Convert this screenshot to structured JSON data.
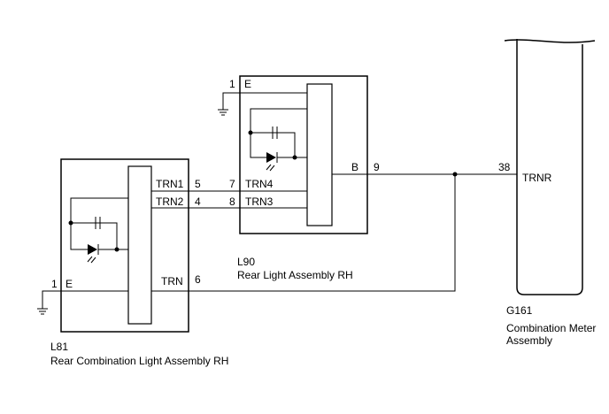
{
  "l81": {
    "code": "L81",
    "name": "Rear Combination Light Assembly RH",
    "pins": {
      "trn1_name": "TRN1",
      "trn1_num": "5",
      "trn2_name": "TRN2",
      "trn2_num": "4",
      "trn_name": "TRN",
      "trn_num": "6",
      "e_name": "E",
      "e_num": "1"
    }
  },
  "l90": {
    "code": "L90",
    "name": "Rear Light Assembly RH",
    "pins": {
      "trn4_name": "TRN4",
      "trn4_num": "7",
      "trn3_name": "TRN3",
      "trn3_num": "8",
      "b_name": "B",
      "b_num": "9",
      "e_name": "E",
      "e_num": "1"
    }
  },
  "g161": {
    "code": "G161",
    "name_line1": "Combination Meter",
    "name_line2": "Assembly",
    "pins": {
      "trnr_name": "TRNR",
      "trnr_num": "38"
    }
  }
}
